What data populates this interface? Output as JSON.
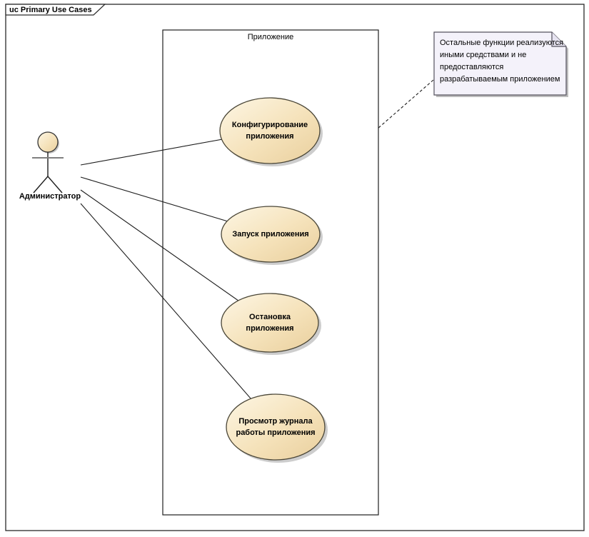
{
  "frame": {
    "title": "uc Primary Use Cases"
  },
  "boundary": {
    "label": "Приложение"
  },
  "actor": {
    "label": "Администратор"
  },
  "usecases": [
    {
      "lines": [
        "Конфигурирование",
        "приложения"
      ]
    },
    {
      "lines": [
        "Запуск приложения"
      ]
    },
    {
      "lines": [
        "Остановка",
        "приложения"
      ]
    },
    {
      "lines": [
        "Просмотр журнала",
        "работы приложения"
      ]
    }
  ],
  "note": {
    "lines": [
      "Остальные функции реализуются",
      "иными средствами и не",
      "предоставляются",
      "разрабатываемым приложением"
    ]
  },
  "colors": {
    "usecase_fill_light": "#fdf6e4",
    "usecase_fill_dark": "#e9cf9d",
    "usecase_border": "#4a4637",
    "note_fill": "#f4f2fa",
    "note_border": "#55525e",
    "shadow": "#c4c4c4",
    "line": "#1c1c1c",
    "frame_border": "#2a2a2a"
  }
}
